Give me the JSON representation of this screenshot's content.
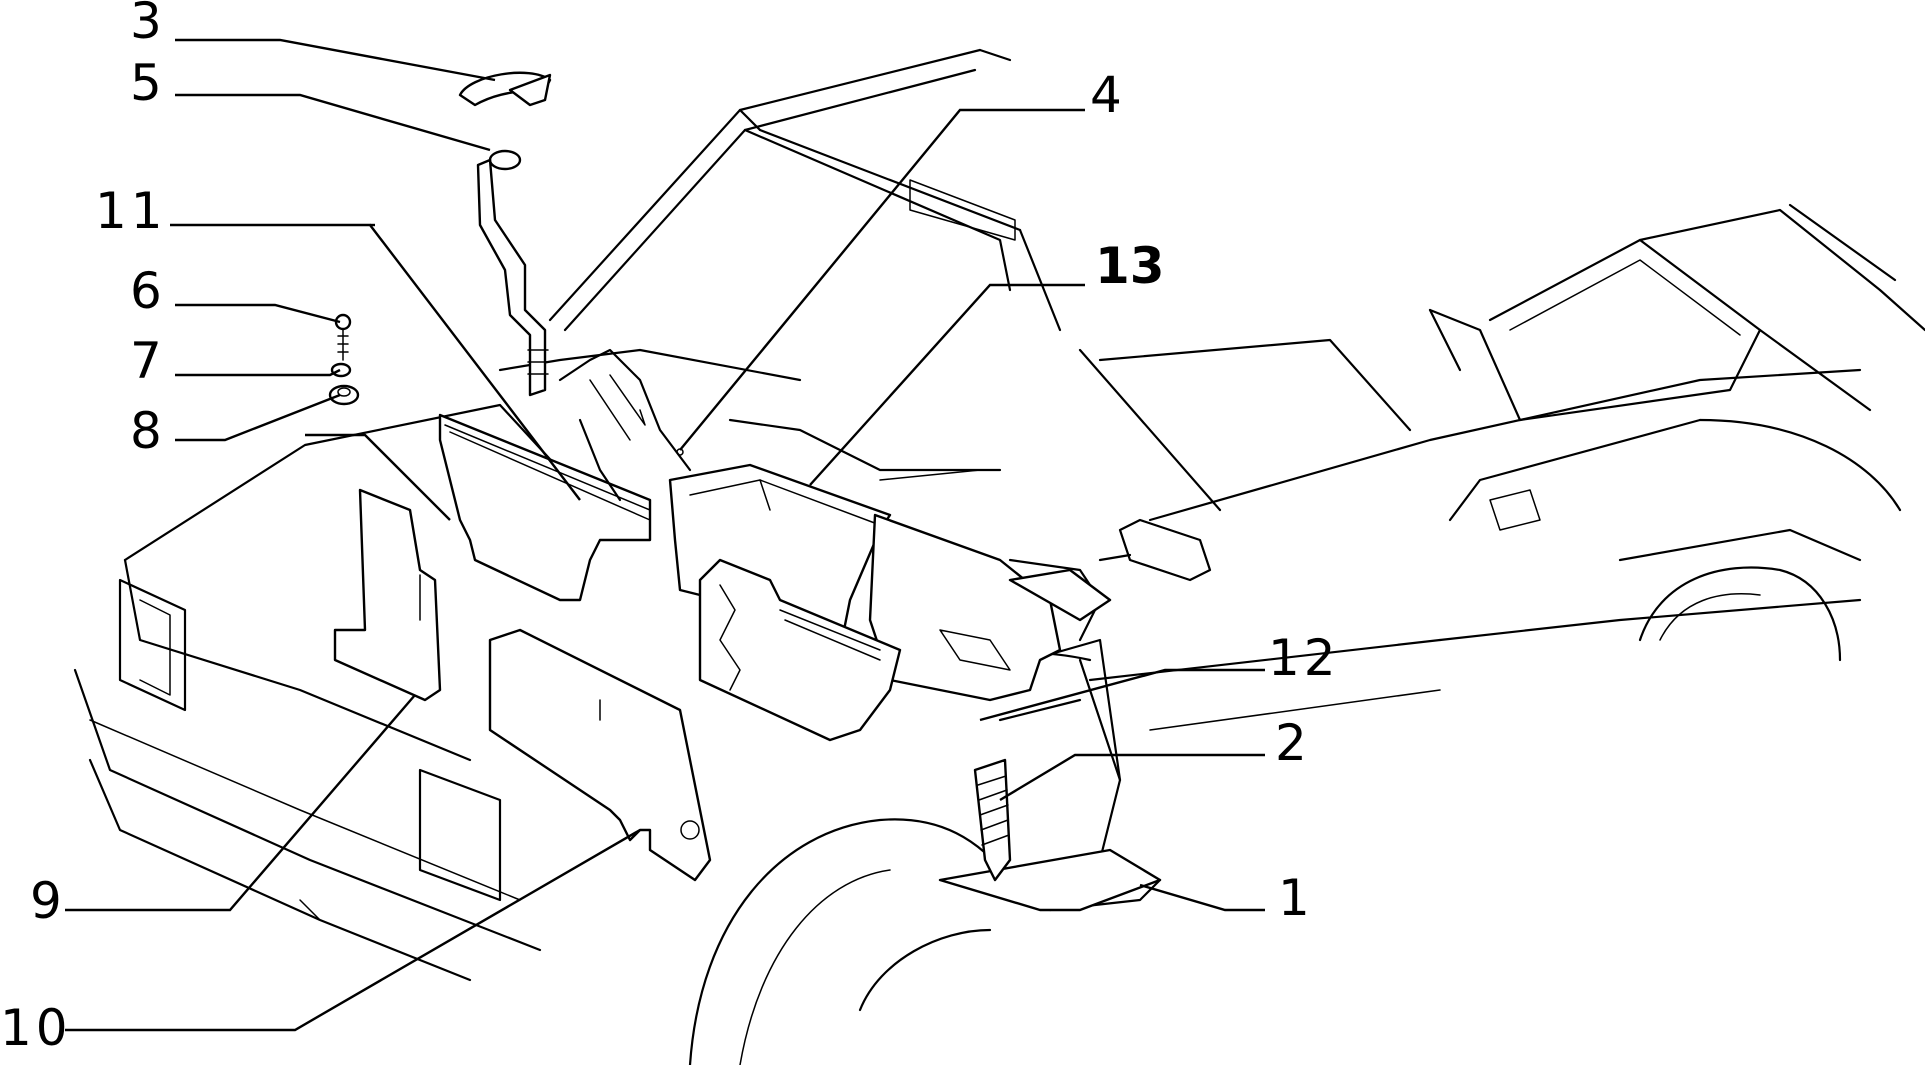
{
  "colors": {
    "line": "#000000",
    "background": "#ffffff"
  },
  "callouts": {
    "c1": "1",
    "c2": "2",
    "c3": "3",
    "c4": "4",
    "c5": "5",
    "c6": "6",
    "c7": "7",
    "c8": "8",
    "c9": "9",
    "c10": "10",
    "c11": "11",
    "c12": "12",
    "c13": "13"
  }
}
